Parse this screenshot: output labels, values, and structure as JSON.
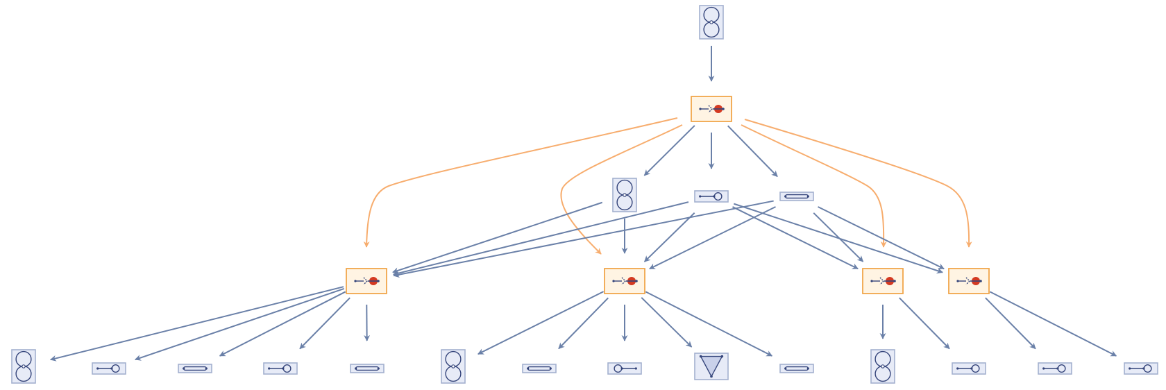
{
  "graph": {
    "colors": {
      "edge_default": "#6a80a8",
      "edge_highlight": "#f7ad6e",
      "state_fill": "#e7ebf7",
      "state_stroke": "#a3b0cf",
      "event_fill": "#fff4e3",
      "event_stroke": "#f0a64a",
      "glyph": "#34447a",
      "marker": "#d43a22"
    },
    "nodes": [
      {
        "id": "s0",
        "kind": "state",
        "icon": "figure-eight-icon"
      },
      {
        "id": "e0",
        "kind": "event",
        "icon": "rewrite-event-icon"
      },
      {
        "id": "s1",
        "kind": "state",
        "icon": "figure-eight-icon"
      },
      {
        "id": "s2",
        "kind": "state",
        "icon": "line-loop-icon"
      },
      {
        "id": "s3",
        "kind": "state",
        "icon": "double-line-icon"
      },
      {
        "id": "e1",
        "kind": "event",
        "icon": "rewrite-event-icon"
      },
      {
        "id": "e2",
        "kind": "event",
        "icon": "rewrite-event-icon"
      },
      {
        "id": "e3",
        "kind": "event",
        "icon": "rewrite-event-icon"
      },
      {
        "id": "e4",
        "kind": "event",
        "icon": "rewrite-event-icon"
      },
      {
        "id": "t1",
        "kind": "state",
        "icon": "figure-eight-icon"
      },
      {
        "id": "t2",
        "kind": "state",
        "icon": "line-loop-icon"
      },
      {
        "id": "t3",
        "kind": "state",
        "icon": "double-line-icon"
      },
      {
        "id": "t4",
        "kind": "state",
        "icon": "line-loop-icon"
      },
      {
        "id": "t5",
        "kind": "state",
        "icon": "double-line-icon"
      },
      {
        "id": "t6",
        "kind": "state",
        "icon": "figure-eight-icon"
      },
      {
        "id": "t7",
        "kind": "state",
        "icon": "double-line-icon"
      },
      {
        "id": "t8",
        "kind": "state",
        "icon": "loop-line-icon"
      },
      {
        "id": "t9",
        "kind": "state",
        "icon": "triangle-v-icon"
      },
      {
        "id": "t10",
        "kind": "state",
        "icon": "double-line-icon"
      },
      {
        "id": "t11",
        "kind": "state",
        "icon": "figure-eight-icon"
      },
      {
        "id": "t12",
        "kind": "state",
        "icon": "line-loop-icon"
      },
      {
        "id": "t13",
        "kind": "state",
        "icon": "line-loop-icon"
      },
      {
        "id": "t14",
        "kind": "state",
        "icon": "line-loop-icon"
      }
    ],
    "edges": [
      {
        "from": "s0",
        "to": "e0",
        "style": "default"
      },
      {
        "from": "e0",
        "to": "s1",
        "style": "default"
      },
      {
        "from": "e0",
        "to": "s2",
        "style": "default"
      },
      {
        "from": "e0",
        "to": "s3",
        "style": "default"
      },
      {
        "from": "e0",
        "to": "e1",
        "style": "highlight"
      },
      {
        "from": "e0",
        "to": "e2",
        "style": "highlight"
      },
      {
        "from": "e0",
        "to": "e3",
        "style": "highlight"
      },
      {
        "from": "e0",
        "to": "e4",
        "style": "highlight"
      },
      {
        "from": "s1",
        "to": "e1",
        "style": "default"
      },
      {
        "from": "s1",
        "to": "e2",
        "style": "default"
      },
      {
        "from": "s2",
        "to": "e1",
        "style": "default"
      },
      {
        "from": "s2",
        "to": "e2",
        "style": "default"
      },
      {
        "from": "s2",
        "to": "e3",
        "style": "default"
      },
      {
        "from": "s2",
        "to": "e4",
        "style": "default"
      },
      {
        "from": "s3",
        "to": "e1",
        "style": "default"
      },
      {
        "from": "s3",
        "to": "e2",
        "style": "default"
      },
      {
        "from": "s3",
        "to": "e3",
        "style": "default"
      },
      {
        "from": "s3",
        "to": "e4",
        "style": "default"
      },
      {
        "from": "e1",
        "to": "t1",
        "style": "default"
      },
      {
        "from": "e1",
        "to": "t2",
        "style": "default"
      },
      {
        "from": "e1",
        "to": "t3",
        "style": "default"
      },
      {
        "from": "e1",
        "to": "t4",
        "style": "default"
      },
      {
        "from": "e1",
        "to": "t5",
        "style": "default"
      },
      {
        "from": "e2",
        "to": "t6",
        "style": "default"
      },
      {
        "from": "e2",
        "to": "t7",
        "style": "default"
      },
      {
        "from": "e2",
        "to": "t8",
        "style": "default"
      },
      {
        "from": "e2",
        "to": "t9",
        "style": "default"
      },
      {
        "from": "e2",
        "to": "t10",
        "style": "default"
      },
      {
        "from": "e3",
        "to": "t11",
        "style": "default"
      },
      {
        "from": "e3",
        "to": "t12",
        "style": "default"
      },
      {
        "from": "e4",
        "to": "t13",
        "style": "default"
      },
      {
        "from": "e4",
        "to": "t14",
        "style": "default"
      }
    ]
  }
}
